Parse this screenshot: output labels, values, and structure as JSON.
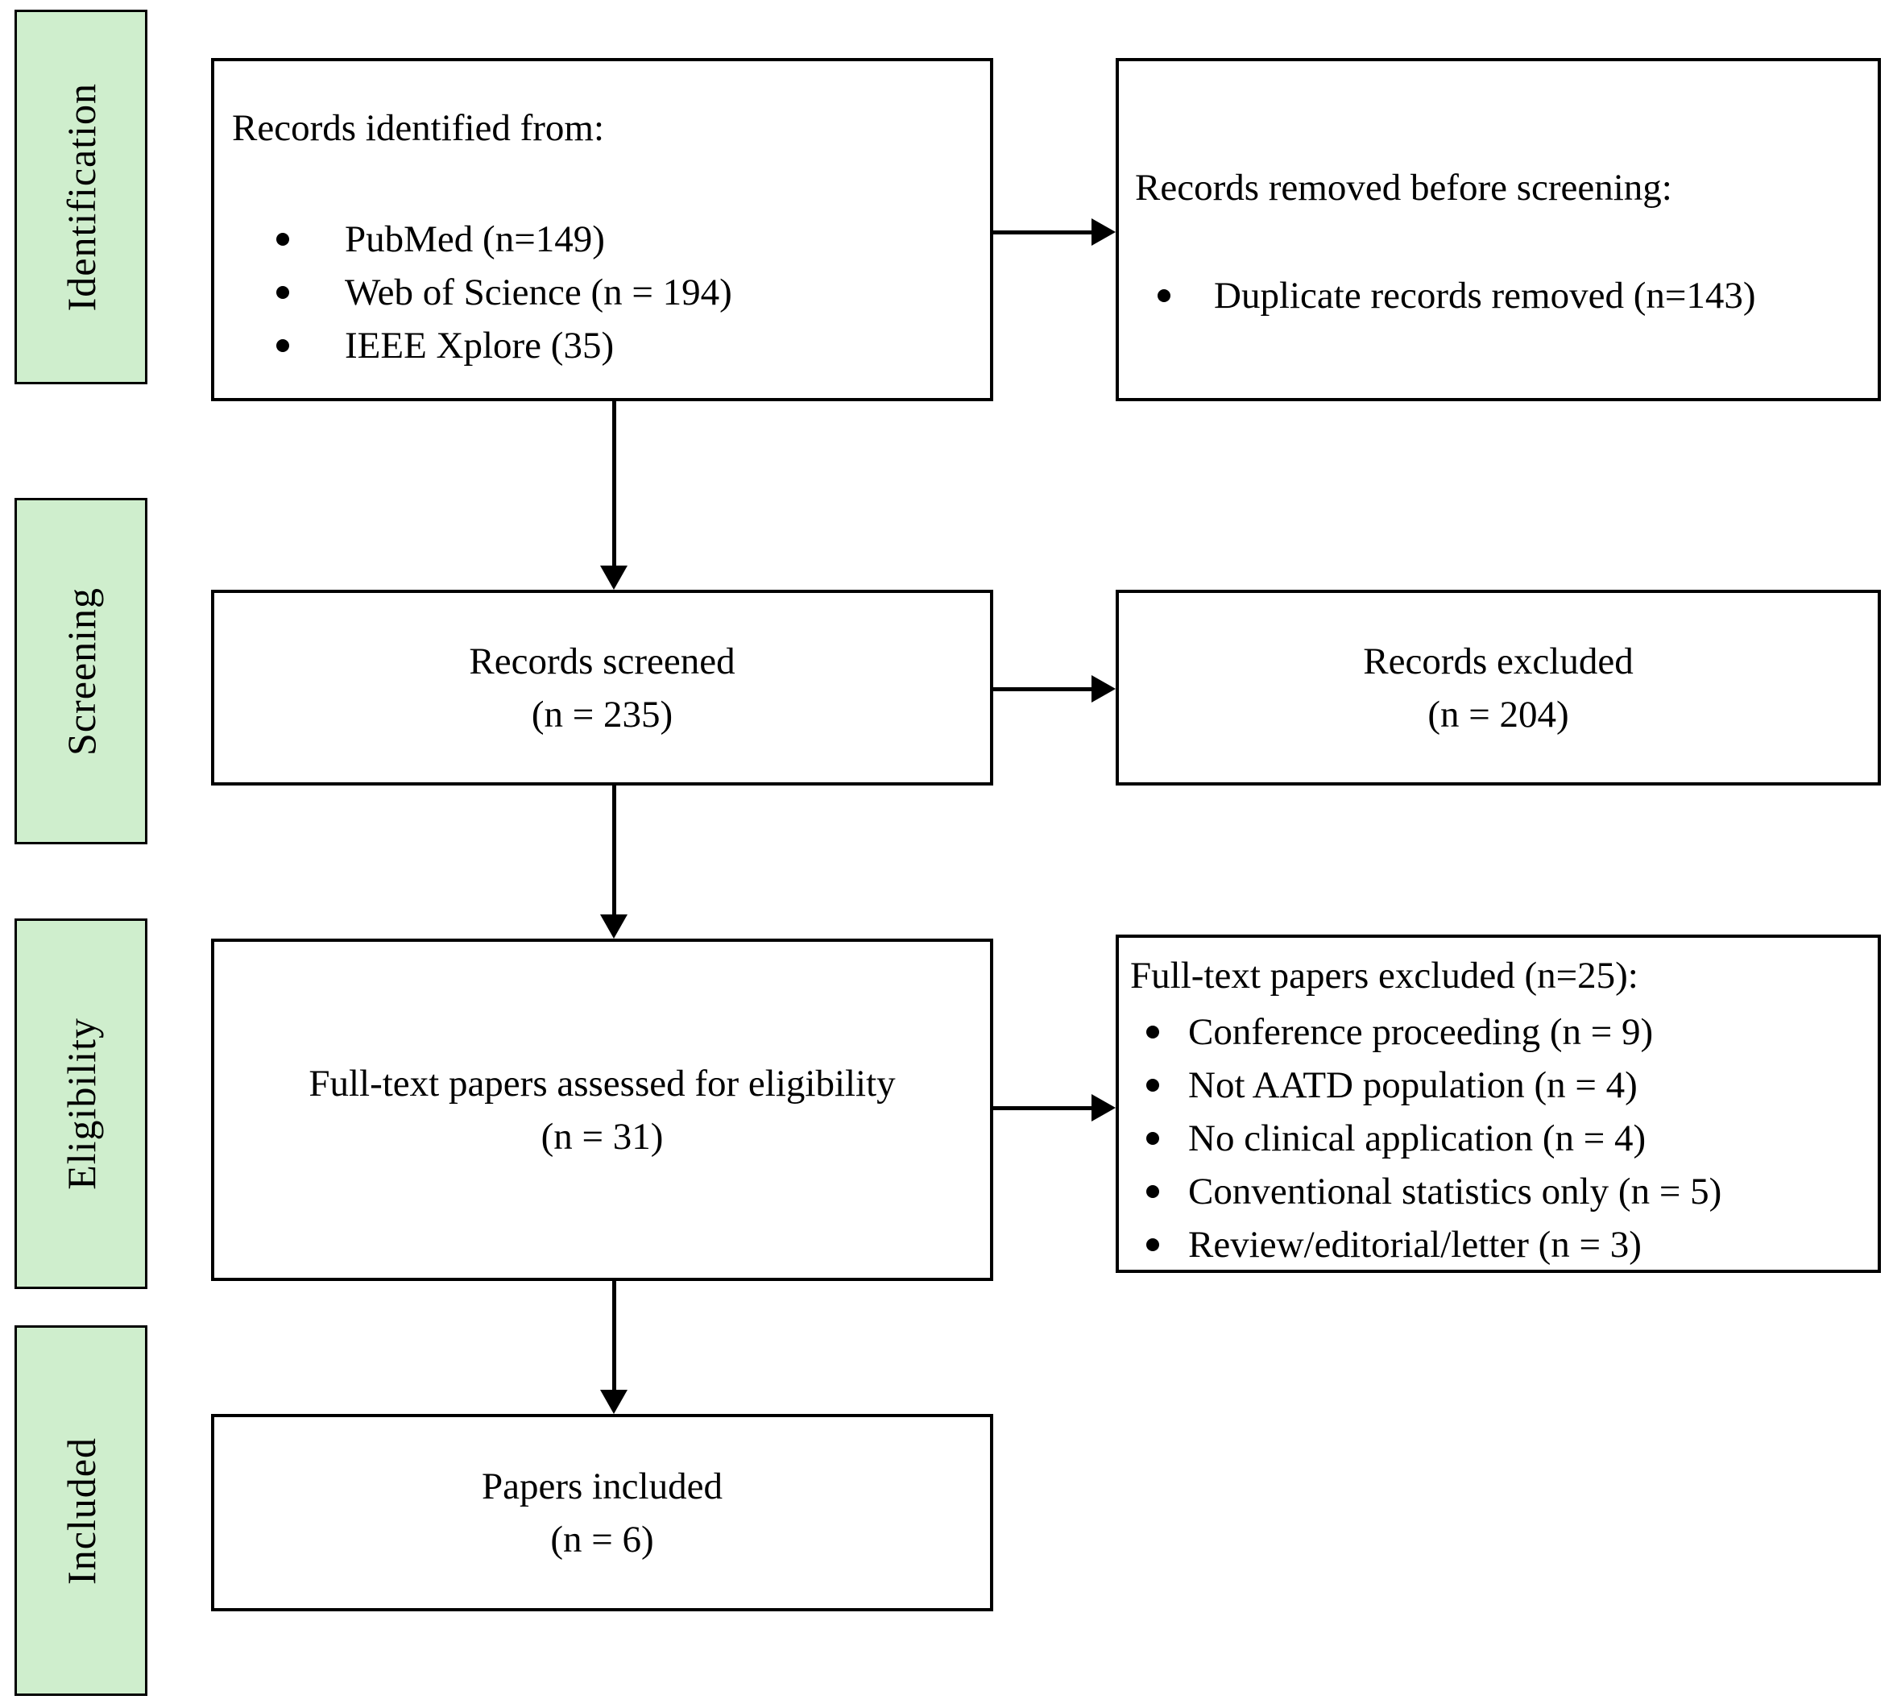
{
  "sidebar": {
    "stages": [
      "Identification",
      "Screening",
      "Eligibility",
      "Included"
    ]
  },
  "boxes": {
    "identified": {
      "title": "Records identified from:",
      "items": [
        "PubMed (n=149)",
        "Web of Science (n = 194)",
        "IEEE Xplore (35)"
      ]
    },
    "removed_before_screening": {
      "title": "Records removed before screening:",
      "items": [
        "Duplicate records removed (n=143)"
      ]
    },
    "records_screened": {
      "line1": "Records screened",
      "line2": "(n = 235)"
    },
    "records_excluded": {
      "line1": "Records excluded",
      "line2": "(n = 204)"
    },
    "fulltext_assessed": {
      "line1": "Full-text papers assessed for eligibility",
      "line2": "(n = 31)"
    },
    "fulltext_excluded": {
      "title": "Full-text papers excluded (n=25):",
      "items": [
        "Conference proceeding (n = 9)",
        "Not AATD population (n = 4)",
        "No clinical application (n = 4)",
        "Conventional statistics only (n = 5)",
        "Review/editorial/letter (n = 3)"
      ]
    },
    "papers_included": {
      "line1": "Papers included",
      "line2": "(n = 6)"
    }
  },
  "colors": {
    "stage_fill": "#cfeecd",
    "line": "#000000"
  }
}
